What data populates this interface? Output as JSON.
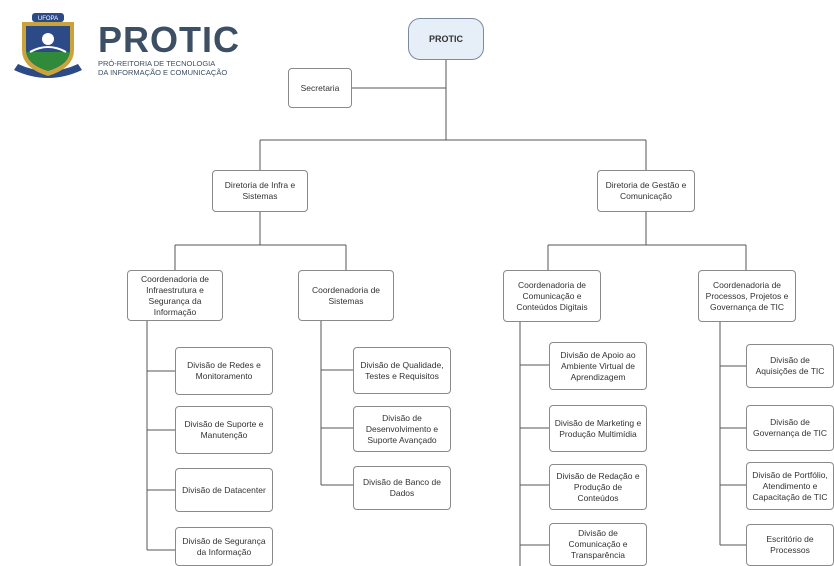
{
  "logo": {
    "seal_text": "UFOPA",
    "title": "PROTIC",
    "subtitle_line1": "PRÓ-REITORIA DE TECNOLOGIA",
    "subtitle_line2": "DA INFORMAÇÃO E COMUNICAÇÃO"
  },
  "org": {
    "root": "PROTIC",
    "secretaria": "Secretaria",
    "dir_infra": "Diretoria de Infra e Sistemas",
    "dir_gestao": "Diretoria de Gestão e Comunicação",
    "coord_infra": "Coordenadoria de Infraestrutura e Segurança da Informação",
    "coord_sistemas": "Coordenadoria de Sistemas",
    "coord_comunicacao": "Coordenadoria de Comunicação e Conteúdos Digitais",
    "coord_processos": "Coordenadoria de Processos, Projetos e Governança de TIC",
    "div_redes": "Divisão de Redes e Monitoramento",
    "div_suporte": "Divisão de Suporte e Manutenção",
    "div_datacenter": "Divisão de Datacenter",
    "div_seguranca": "Divisão de Segurança da Informação",
    "div_qualidade": "Divisão de Qualidade, Testes e Requisitos",
    "div_desenvolvimento": "Divisão de Desenvolvimento e Suporte Avançado",
    "div_banco": "Divisão de Banco de Dados",
    "div_apoio_ava": "Divisão de Apoio ao Ambiente Virtual de Aprendizagem",
    "div_marketing": "Divisão de Marketing e Produção Multimídia",
    "div_redacao": "Divisão de Redação e Produção de Conteúdos",
    "div_comunicacao": "Divisão de Comunicação e Transparência",
    "div_aquisicoes": "Divisão de Aquisições de TIC",
    "div_governanca": "Divisão de Governança de TIC",
    "div_portfolio": "Divisão de Portfólio, Atendimento e Capacitação de TIC",
    "escritorio_processos": "Escritório de Processos"
  },
  "colors": {
    "root_fill": "#e6eef8",
    "logo_text": "#3c4f64",
    "seal_blue": "#2c4a86",
    "seal_gold": "#c9a43a",
    "seal_green": "#2f8a3a"
  }
}
